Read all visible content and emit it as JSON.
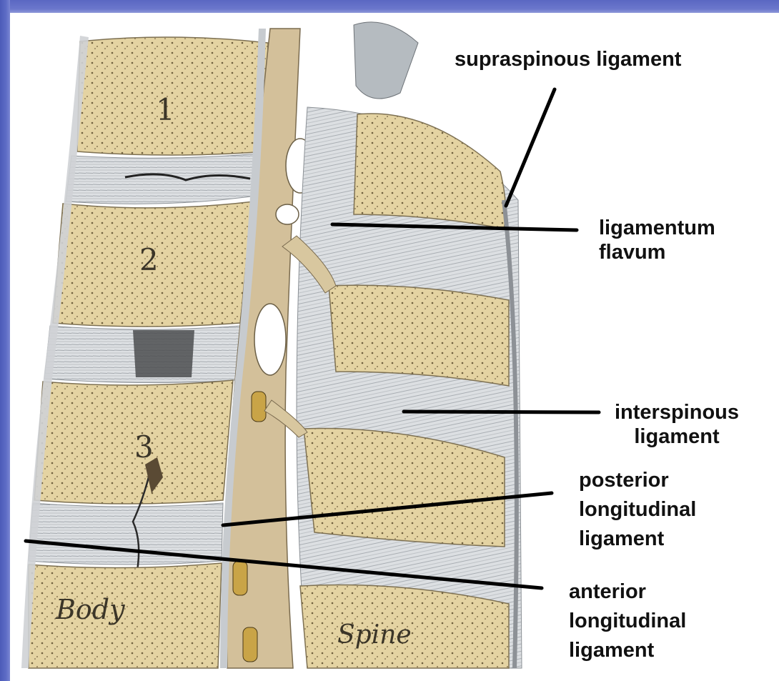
{
  "diagram": {
    "vertebra_numbers": [
      "1",
      "2",
      "3"
    ],
    "region_labels": {
      "body": "Body",
      "spine": "Spine"
    },
    "callouts": [
      {
        "id": "supraspinous",
        "text": "supraspinous ligament"
      },
      {
        "id": "flavum",
        "text": "ligamentum\nflavum"
      },
      {
        "id": "interspinous",
        "text": "interspinous\nligament"
      },
      {
        "id": "posterior",
        "text": "posterior\nlongitudinal\nligament"
      },
      {
        "id": "anterior",
        "text": "anterior\nlongitudinal\nligament"
      }
    ]
  },
  "colors": {
    "frame": "#5d6cc6",
    "bone": "#e6d6a6",
    "bone_dark": "#cdb98a",
    "ligament": "#d9dcdf",
    "ligament_dark": "#9aa0a6",
    "leader_line": "#000000"
  }
}
